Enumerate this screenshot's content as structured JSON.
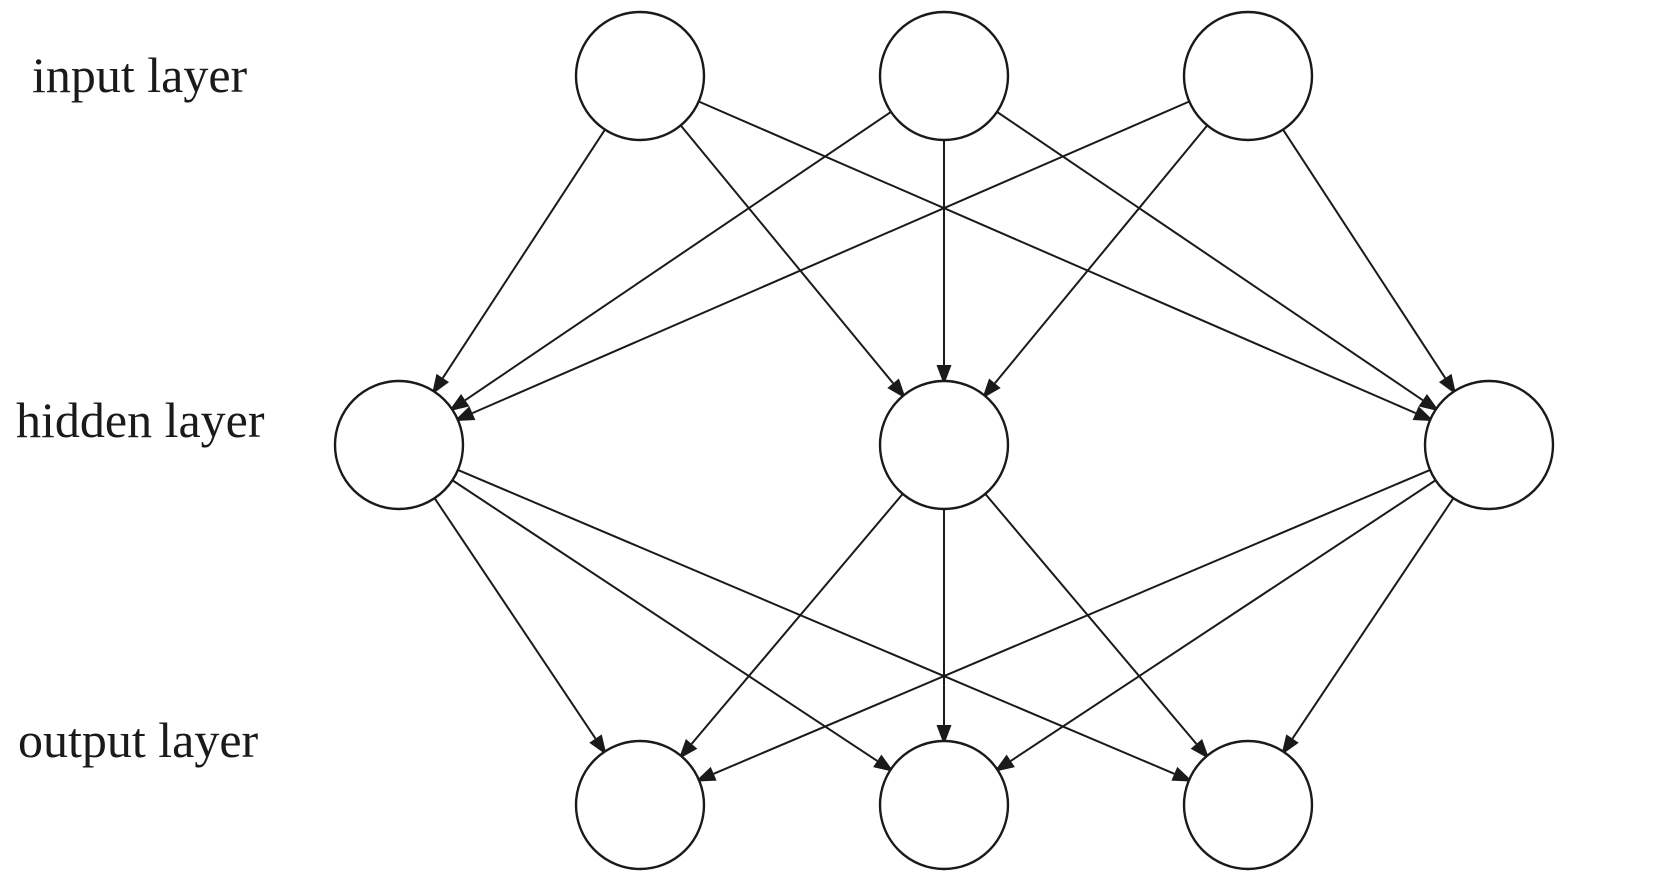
{
  "diagram": {
    "colors": {
      "stroke": "#1a1a1a",
      "background": "#ffffff"
    },
    "layers": [
      {
        "id": "input",
        "label": "input layer",
        "node_count": 3
      },
      {
        "id": "hidden",
        "label": "hidden layer",
        "node_count": 3
      },
      {
        "id": "output",
        "label": "output layer",
        "node_count": 3
      }
    ],
    "connections": [
      {
        "from": "input",
        "to": "hidden",
        "pattern": "fully-connected",
        "directed": true
      },
      {
        "from": "hidden",
        "to": "output",
        "pattern": "fully-connected",
        "directed": true
      }
    ]
  }
}
